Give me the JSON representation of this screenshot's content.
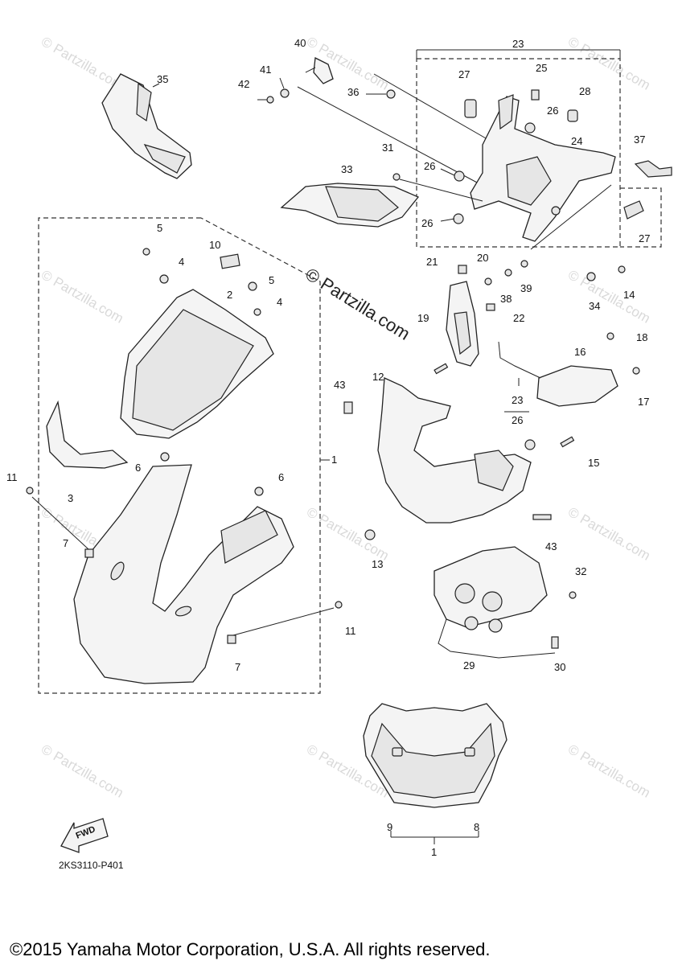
{
  "watermark": {
    "text": "© Partzilla.com",
    "center_text": "© Partzilla.com"
  },
  "diagram_code": "2KS3110-P401",
  "fwd_label": "FWD",
  "copyright": "©2015 Yamaha Motor Corporation, U.S.A. All rights reserved.",
  "callouts": {
    "c35": "35",
    "c40": "40",
    "c41": "41",
    "c42": "42",
    "c36": "36",
    "c23a": "23",
    "c25": "25",
    "c27a": "27",
    "c28": "28",
    "c26a": "26",
    "c24": "24",
    "c37": "37",
    "c31": "31",
    "c26b": "26",
    "c26c": "26",
    "c27b": "27",
    "c33": "33",
    "c5a": "5",
    "c4a": "4",
    "c10": "10",
    "c2": "2",
    "c5b": "5",
    "c4b": "4",
    "c21": "21",
    "c20": "20",
    "c39": "39",
    "c38": "38",
    "c22": "22",
    "c19": "19",
    "c34": "34",
    "c14": "14",
    "c18": "18",
    "c16": "16",
    "c17": "17",
    "c43a": "43",
    "c12": "12",
    "c23b": "23",
    "c26d": "26",
    "c15": "15",
    "c1a": "1",
    "c11a": "11",
    "c3": "3",
    "c6a": "6",
    "c6b": "6",
    "c7a": "7",
    "c13": "13",
    "c43b": "43",
    "c30": "30",
    "c32": "32",
    "c29": "29",
    "c11b": "11",
    "c7b": "7",
    "c9": "9",
    "c8": "8",
    "c1b": "1"
  }
}
